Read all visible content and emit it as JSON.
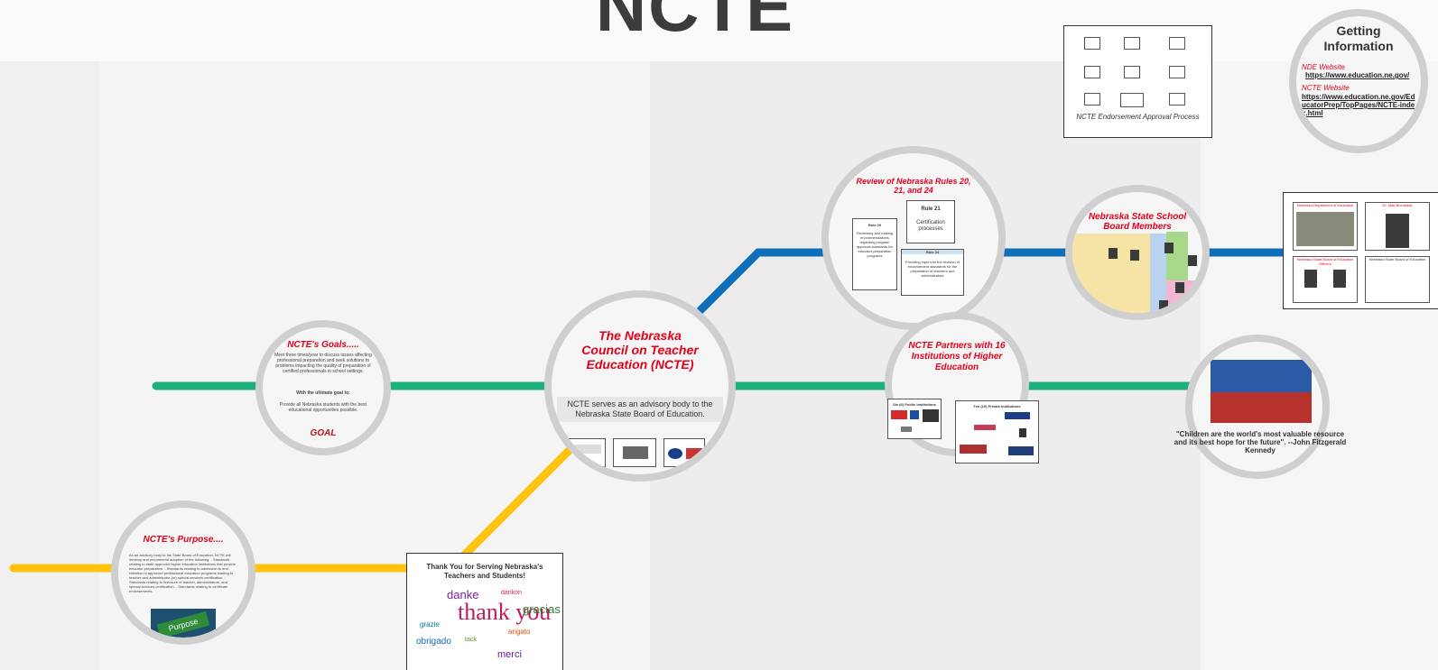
{
  "presentation": {
    "main_title": "NCTE",
    "line_colors": {
      "yellow": "#ffc20e",
      "green": "#1db07a",
      "blue": "#0d6fba",
      "accent": "#e3001b"
    }
  },
  "purpose": {
    "title": "NCTE's Purpose....",
    "body": "As an advisory body to the State Board of Education, NCTE will develop and recommend adoption of the following: - Standards relating to state approved higher education institutions that provide educator preparation. - Standards relating to admission to and retention in approved professional education programs leading to teacher and administrator (or) special services certification. - Standards relating to licensure of teacher, administrators, and special services certification. - Standards relating to certificate endorsements.",
    "sign_text": "Purpose"
  },
  "goals": {
    "title": "NCTE's Goals.....",
    "body": "Meet three times/year to discuss issues affecting professional preparation and seek solutions to problems impacting the quality of preparation of certified professionals in school settings.",
    "goal_heading": "With the ultimate goal to:",
    "goal_body": "Provide all Nebraska students with the best educational opportunities possible.",
    "goal_logo": "GOAL"
  },
  "center": {
    "title": "The Nebraska Council on Teacher Education (NCTE)",
    "body": "NCTE serves as an advisory body to the Nebraska State Board of Education."
  },
  "thank_you": {
    "title": "Thank You for Serving Nebraska's Teachers and Students!",
    "words": [
      "danke",
      "thank you",
      "gracias",
      "obrigado",
      "merci",
      "arigato",
      "grazie",
      "dankon",
      "tack"
    ]
  },
  "rules": {
    "title": "Review of Nebraska Rules 20, 21, and 24",
    "rule20_title": "Rule 20",
    "rule20_body": "Reviewing and making recommendations regarding program approval standards for educator preparation programs",
    "rule21_title": "Rule 21",
    "rule21_body": "Certification processes",
    "rule24_title": "Rule 24",
    "rule24_body": "Providing input into the revision of endorsement standards for the preparation of teachers and administrators"
  },
  "partners": {
    "title": "NCTE Partners with 16 Institutions of Higher Education",
    "box1_title": "Six (6) Public Institutions",
    "box2_title": "Ten (10) Private Institutions"
  },
  "board": {
    "title": "Nebraska State School Board Members"
  },
  "endorsement": {
    "caption": "NCTE Endorsement Approval Process"
  },
  "getting_info": {
    "title": "Getting Information",
    "nde_label": "NDE Website",
    "nde_url": "https://www.education.ne.gov/",
    "ncte_label": "NCTE Website",
    "ncte_url": "https://www.education.ne.gov/EducatorPrep/TopPages/NCTE-index.html"
  },
  "nde_panel": {
    "title1": "Nebraska Department of Education",
    "title2": "Dr. Matt Blomstedt",
    "title3": "Nebraska State Board of Education Officers",
    "title4": "Nebraska State Board of Education"
  },
  "quote": {
    "text": "\"Children are the world's most valuable resource and its best hope for the future\". --John Fitzgerald Kennedy"
  }
}
